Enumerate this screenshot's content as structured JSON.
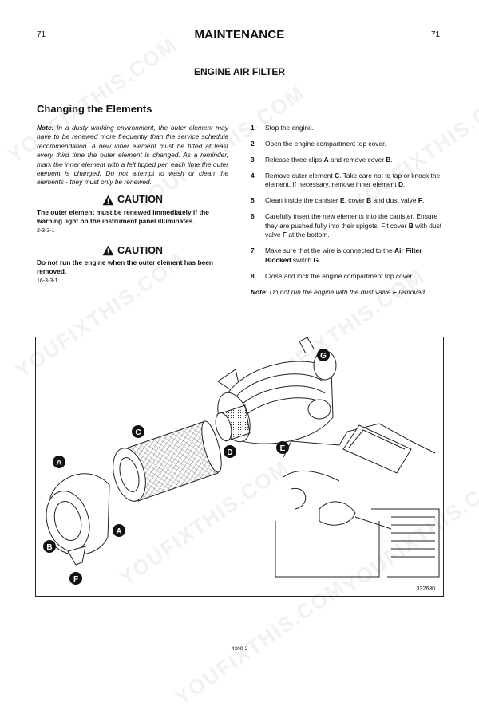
{
  "header": {
    "page_left": "71",
    "page_right": "71",
    "title": "MAINTENANCE"
  },
  "section_title": "ENGINE AIR FILTER",
  "subsection_title": "Changing the Elements",
  "note": {
    "label": "Note:",
    "text": " In a dusty working environment, the outer element may have to be renewed more frequently than the service schedule recommendation. A new inner element must be fitted at least every third time the outer element is changed. As a reminder, mark the inner element with a felt tipped pen each time the outer element is changed. Do not attempt to wash or clean the elements - they must only be renewed."
  },
  "cautions": [
    {
      "heading": "CAUTION",
      "text": "The outer element must be renewed immediately if the warning light on the instrument panel illuminates.",
      "ref": "2-3-3-1"
    },
    {
      "heading": "CAUTION",
      "text": "Do not run the engine when the outer element has been removed.",
      "ref": "16-3-3-1"
    }
  ],
  "steps": [
    {
      "n": "1",
      "parts": [
        [
          "Stop the engine.",
          false
        ]
      ]
    },
    {
      "n": "2",
      "parts": [
        [
          "Open the engine compartment top cover.",
          false
        ]
      ]
    },
    {
      "n": "3",
      "parts": [
        [
          "Release three clips ",
          false
        ],
        [
          "A",
          true
        ],
        [
          " and remove cover ",
          false
        ],
        [
          "B",
          true
        ],
        [
          ".",
          false
        ]
      ]
    },
    {
      "n": "4",
      "parts": [
        [
          "Remove outer element ",
          false
        ],
        [
          "C",
          true
        ],
        [
          ". Take care not to tap or knock the element. If necessary, remove inner element ",
          false
        ],
        [
          "D",
          true
        ],
        [
          ".",
          false
        ]
      ]
    },
    {
      "n": "5",
      "parts": [
        [
          "Clean inside the canister ",
          false
        ],
        [
          "E",
          true
        ],
        [
          ", cover ",
          false
        ],
        [
          "B",
          true
        ],
        [
          " and dust valve ",
          false
        ],
        [
          "F",
          true
        ],
        [
          ".",
          false
        ]
      ]
    },
    {
      "n": "6",
      "parts": [
        [
          "Carefully insert the new elements into the canister. Ensure they are pushed fully into their spigots.  Fit cover ",
          false
        ],
        [
          "B",
          true
        ],
        [
          " with dust valve ",
          false
        ],
        [
          "F",
          true
        ],
        [
          " at the bottom.",
          false
        ]
      ]
    },
    {
      "n": "7",
      "parts": [
        [
          "Make sure that the wire is connected to the ",
          false
        ],
        [
          "Air Filter Blocked",
          true
        ],
        [
          " switch ",
          false
        ],
        [
          "G",
          true
        ],
        [
          ".",
          false
        ]
      ]
    },
    {
      "n": "8",
      "parts": [
        [
          "Close and lock the engine compartment top cover.",
          false
        ]
      ]
    }
  ],
  "closing_note": {
    "label": "Note:",
    "text": " Do not run the engine with the dust valve ",
    "bold": "F",
    "tail": " removed."
  },
  "figure": {
    "callouts": [
      "G",
      "C",
      "E",
      "D",
      "A",
      "A",
      "B",
      "F"
    ],
    "figure_number": "332680"
  },
  "footer": "4300-2",
  "watermark": "YOUFIXTHIS.COM"
}
